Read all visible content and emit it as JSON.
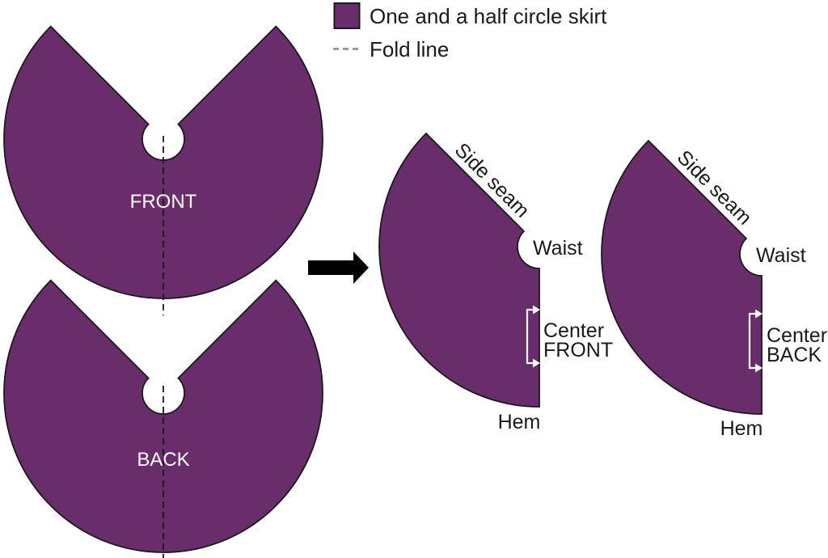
{
  "colors": {
    "skirt": "#6A2D6B",
    "outline": "#1a1a1a",
    "fold_line": "#1a1a1a",
    "legend_dash": "#8a8a8a",
    "arrow": "#000000",
    "bracket": "#ffffff",
    "label_dark": "#1a1a1a",
    "label_light": "#ffffff",
    "background": "#ffffff"
  },
  "legend": {
    "skirt_label": "One and a half circle skirt",
    "fold_label": "Fold line"
  },
  "pieces": {
    "front": {
      "label": "FRONT"
    },
    "back": {
      "label": "BACK"
    },
    "folded_front": {
      "side_seam": "Side seam",
      "waist": "Waist",
      "center_line1": "Center",
      "center_line2": "FRONT",
      "hem": "Hem"
    },
    "folded_back": {
      "side_seam": "Side seam",
      "waist": "Waist",
      "center_line1": "Center",
      "center_line2": "BACK",
      "hem": "Hem"
    }
  }
}
